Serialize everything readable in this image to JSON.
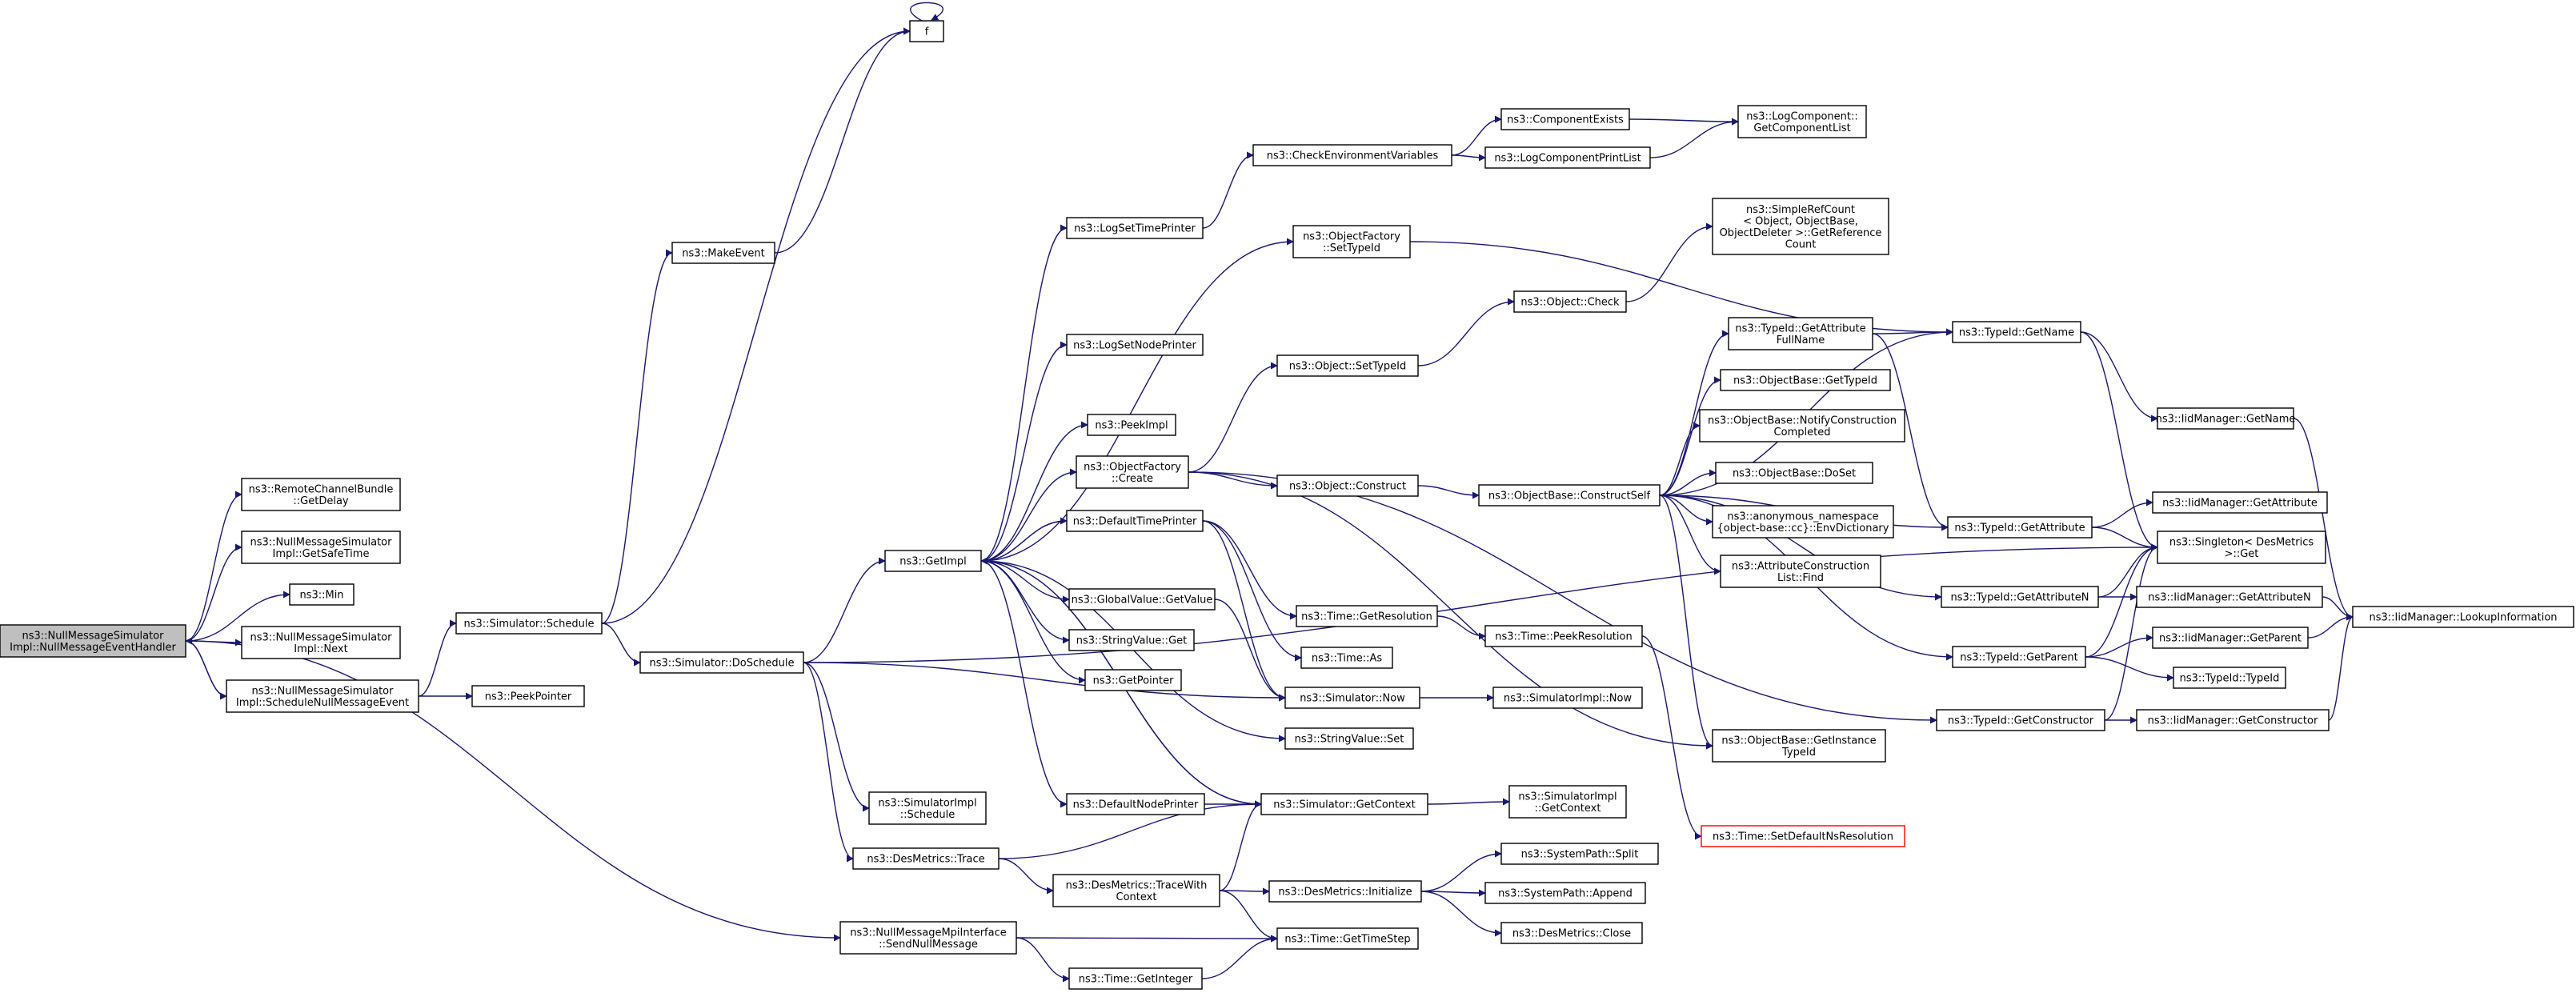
{
  "nodes": {
    "root": [
      "ns3::NullMessageSimulator",
      "Impl::NullMessageEventHandler"
    ],
    "rcb_getdelay": [
      "ns3::RemoteChannelBundle",
      "::GetDelay"
    ],
    "getsafetime": [
      "ns3::NullMessageSimulator",
      "Impl::GetSafeTime"
    ],
    "min": [
      "ns3::Min"
    ],
    "next": [
      "ns3::NullMessageSimulator",
      "Impl::Next"
    ],
    "schedulenull": [
      "ns3::NullMessageSimulator",
      "Impl::ScheduleNullMessageEvent"
    ],
    "peekpointer": [
      "ns3::PeekPointer"
    ],
    "sim_schedule": [
      "ns3::Simulator::Schedule"
    ],
    "makeevent": [
      "ns3::MakeEvent"
    ],
    "f": [
      "f"
    ],
    "doschedule": [
      "ns3::Simulator::DoSchedule"
    ],
    "getimpl": [
      "ns3::GetImpl"
    ],
    "simimpl_schedule": [
      "ns3::SimulatorImpl",
      "::Schedule"
    ],
    "desm_trace": [
      "ns3::DesMetrics::Trace"
    ],
    "nullmpi_send": [
      "ns3::NullMessageMpiInterface",
      "::SendNullMessage"
    ],
    "logsettimeprinter": [
      "ns3::LogSetTimePrinter"
    ],
    "logsetnodeprinter": [
      "ns3::LogSetNodePrinter"
    ],
    "peekimpl": [
      "ns3::PeekImpl"
    ],
    "objfactory_create": [
      "ns3::ObjectFactory",
      "::Create"
    ],
    "defaulttimeprinter": [
      "ns3::DefaultTimePrinter"
    ],
    "globalvalue_getvalue": [
      "ns3::GlobalValue::GetValue"
    ],
    "stringvalue_get": [
      "ns3::StringValue::Get"
    ],
    "getpointer": [
      "ns3::GetPointer"
    ],
    "defaultnodeprinter": [
      "ns3::DefaultNodePrinter"
    ],
    "desm_tracewith": [
      "ns3::DesMetrics::TraceWith",
      "Context"
    ],
    "time_getinteger": [
      "ns3::Time::GetInteger"
    ],
    "checkenv": [
      "ns3::CheckEnvironmentVariables"
    ],
    "objfactory_settypeid": [
      "ns3::ObjectFactory",
      "::SetTypeId"
    ],
    "object_settypeid": [
      "ns3::Object::SetTypeId"
    ],
    "object_construct": [
      "ns3::Object::Construct"
    ],
    "time_getresolution": [
      "ns3::Time::GetResolution"
    ],
    "time_as": [
      "ns3::Time::As"
    ],
    "sim_now": [
      "ns3::Simulator::Now"
    ],
    "stringvalue_set": [
      "ns3::StringValue::Set"
    ],
    "sim_getcontext": [
      "ns3::Simulator::GetContext"
    ],
    "desm_initialize": [
      "ns3::DesMetrics::Initialize"
    ],
    "time_gettimestep": [
      "ns3::Time::GetTimeStep"
    ],
    "componentexists": [
      "ns3::ComponentExists"
    ],
    "logcomponentprintlist": [
      "ns3::LogComponentPrintList"
    ],
    "object_check": [
      "ns3::Object::Check"
    ],
    "objbase_constructself": [
      "ns3::ObjectBase::ConstructSelf"
    ],
    "time_peekresolution": [
      "ns3::Time::PeekResolution"
    ],
    "simimplnow": [
      "ns3::SimulatorImpl::Now"
    ],
    "simimpl_getcontext": [
      "ns3::SimulatorImpl",
      "::GetContext"
    ],
    "systempath_split": [
      "ns3::SystemPath::Split"
    ],
    "systempath_append": [
      "ns3::SystemPath::Append"
    ],
    "desm_close": [
      "ns3::DesMetrics::Close"
    ],
    "logcomp_getlist": [
      "ns3::LogComponent::",
      "GetComponentList"
    ],
    "simplerefcount": [
      "ns3::SimpleRefCount",
      "< Object, ObjectBase,",
      "ObjectDeleter >::GetReference",
      "Count"
    ],
    "typeid_getattrfullname": [
      "ns3::TypeId::GetAttribute",
      "FullName"
    ],
    "objbase_gettypeid": [
      "ns3::ObjectBase::GetTypeId"
    ],
    "objbase_notify": [
      "ns3::ObjectBase::NotifyConstruction",
      "Completed"
    ],
    "objbase_doset": [
      "ns3::ObjectBase::DoSet"
    ],
    "anon_envdict": [
      "ns3::anonymous_namespace",
      "{object-base::cc}::EnvDictionary"
    ],
    "attrconstructionlist_find": [
      "ns3::AttributeConstruction",
      "List::Find"
    ],
    "objbase_getinstancetypeid": [
      "ns3::ObjectBase::GetInstance",
      "TypeId"
    ],
    "time_setdefaultnsres": [
      "ns3::Time::SetDefaultNsResolution"
    ],
    "typeid_getname": [
      "ns3::TypeId::GetName"
    ],
    "typeid_getattribute": [
      "ns3::TypeId::GetAttribute"
    ],
    "typeid_getattributen": [
      "ns3::TypeId::GetAttributeN"
    ],
    "typeid_getparent": [
      "ns3::TypeId::GetParent"
    ],
    "typeid_getconstructor": [
      "ns3::TypeId::GetConstructor"
    ],
    "iidmgr_getname": [
      "ns3::IidManager::GetName"
    ],
    "iidmgr_getattribute": [
      "ns3::IidManager::GetAttribute"
    ],
    "singleton_get": [
      "ns3::Singleton< DesMetrics",
      " >::Get"
    ],
    "iidmgr_getattributen": [
      "ns3::IidManager::GetAttributeN"
    ],
    "iidmgr_getparent": [
      "ns3::IidManager::GetParent"
    ],
    "typeid_typeid": [
      "ns3::TypeId::TypeId"
    ],
    "iidmgr_getconstructor": [
      "ns3::IidManager::GetConstructor"
    ],
    "iidmgr_lookupinfo": [
      "ns3::IidManager::LookupInformation"
    ]
  },
  "colors": {
    "edge": "#191970",
    "node_border": "#000000",
    "root_fill": "#bfbfbf",
    "incomplete_border": "#ff0000"
  }
}
